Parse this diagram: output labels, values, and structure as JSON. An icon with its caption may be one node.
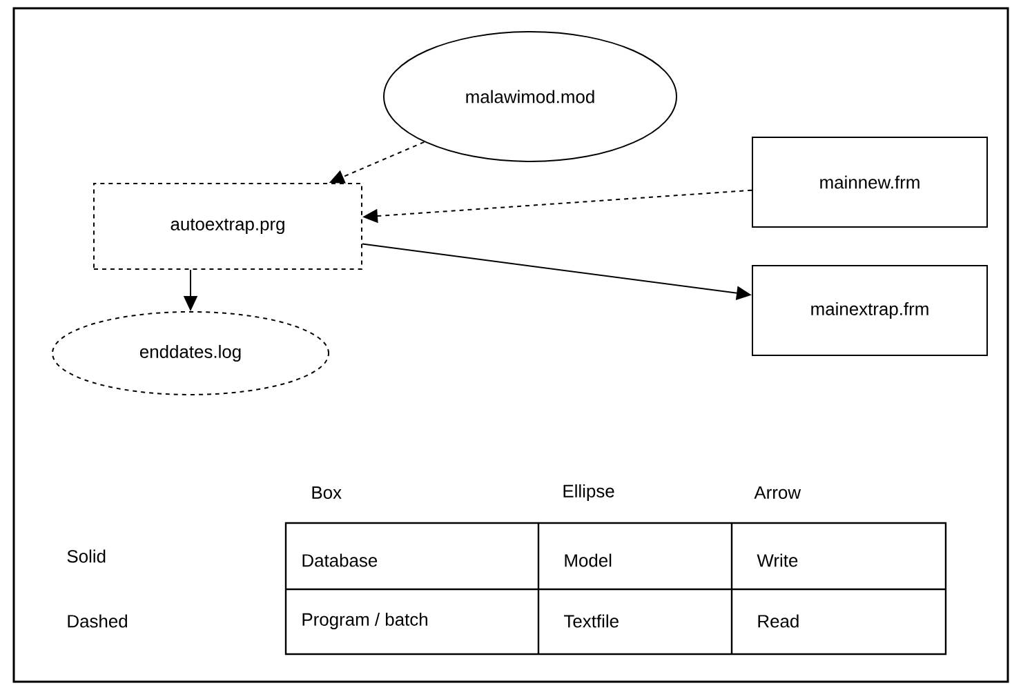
{
  "diagram": {
    "nodes": [
      {
        "text": [
          "malawimod.mod"
        ]
      },
      {
        "text": [
          "mainnew.frm"
        ]
      },
      {
        "text": [
          "autoextrap.prg"
        ]
      },
      {
        "text": [
          "mainextrap.frm"
        ]
      },
      {
        "text": [
          "enddates.log"
        ]
      }
    ],
    "edges": [
      {
        "from": 0,
        "to": 2,
        "arrow": "to",
        "style": "dashed"
      },
      {
        "from": 1,
        "to": 2,
        "arrow": "to",
        "style": "dashed"
      },
      {
        "from": 2,
        "to": 3,
        "arrow": "to"
      },
      {
        "from": 2,
        "to": 4,
        "arrow": "to"
      }
    ],
    "labels": [
      "Box",
      "Ellipse",
      "Arrow",
      "Solid",
      "Database",
      "Model",
      "Write",
      "Dashed",
      "Program / batch",
      "Textfile",
      "Read"
    ]
  }
}
